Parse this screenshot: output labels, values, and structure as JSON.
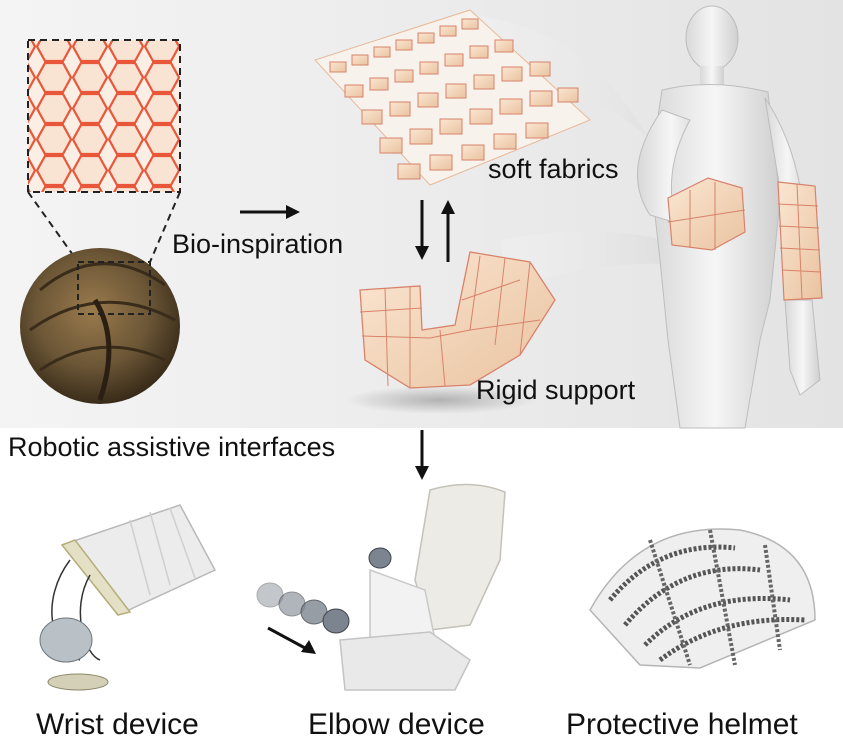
{
  "labels": {
    "bio_inspiration": "Bio-inspiration",
    "soft_fabrics": "soft fabrics",
    "rigid_support": "Rigid support",
    "robotic_interfaces": "Robotic assistive interfaces",
    "wrist_device": "Wrist device",
    "elbow_device": "Elbow device",
    "protective_helmet": "Protective helmet"
  },
  "colors": {
    "tile_fill": "#f6d9c0",
    "tile_edge": "#d9826a",
    "mesh_accent": "#e8573a",
    "armadillo": "#6b5636",
    "device_gray": "#c9c9c9",
    "arrow": "#111111"
  },
  "icons": {
    "zoom_inset": "hexagon-mesh-icon",
    "armadillo": "armadillo-icon",
    "human_body": "human-body-icon"
  }
}
